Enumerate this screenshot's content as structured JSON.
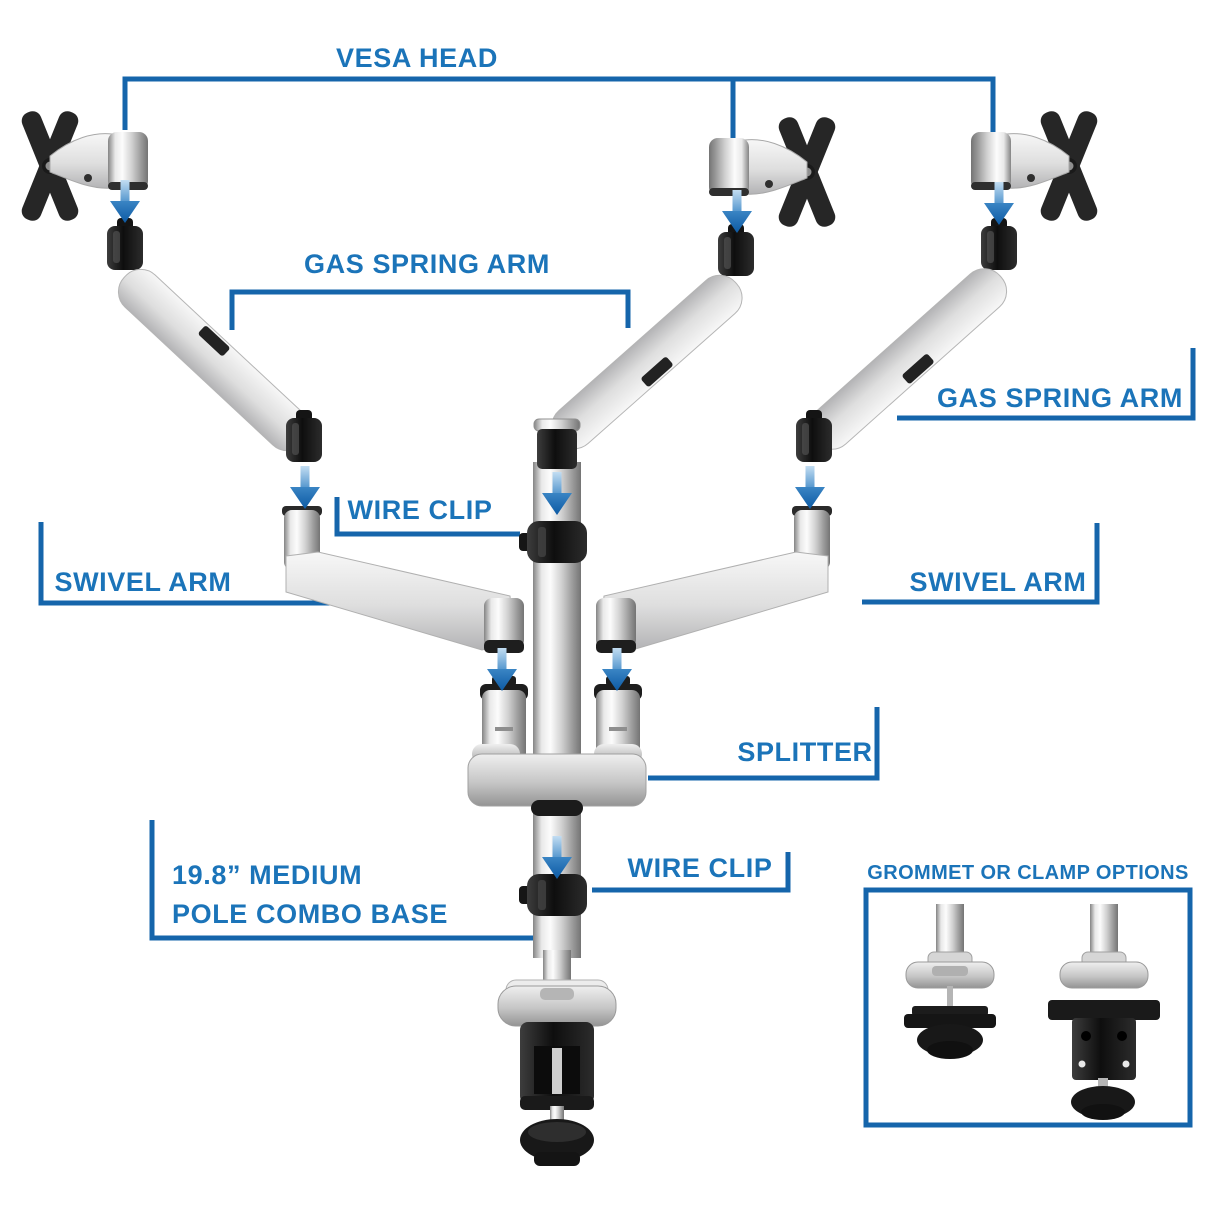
{
  "colors": {
    "background": "#ffffff",
    "accent_text": "#1b74b9",
    "accent_line": "#1565ab",
    "arrow_light": "#c3ddf2",
    "arrow_dark": "#0d5aa4",
    "metal_light": "#f5f5f5",
    "metal_dark": "#8a8a8a",
    "part_black": "#1d1d1d"
  },
  "diagram": {
    "labels": {
      "vesa_head": "VESA HEAD",
      "gas_spring_arm_left": "GAS SPRING ARM",
      "gas_spring_arm_right": "GAS SPRING ARM",
      "wire_clip_upper": "WIRE CLIP",
      "swivel_arm_left": "SWIVEL ARM",
      "swivel_arm_right": "SWIVEL ARM",
      "splitter": "SPLITTER",
      "pole_combo_base_line1": "19.8” MEDIUM",
      "pole_combo_base_line2": "POLE COMBO BASE",
      "wire_clip_lower": "WIRE CLIP",
      "options_box_title": "GROMMET OR CLAMP OPTIONS"
    }
  }
}
